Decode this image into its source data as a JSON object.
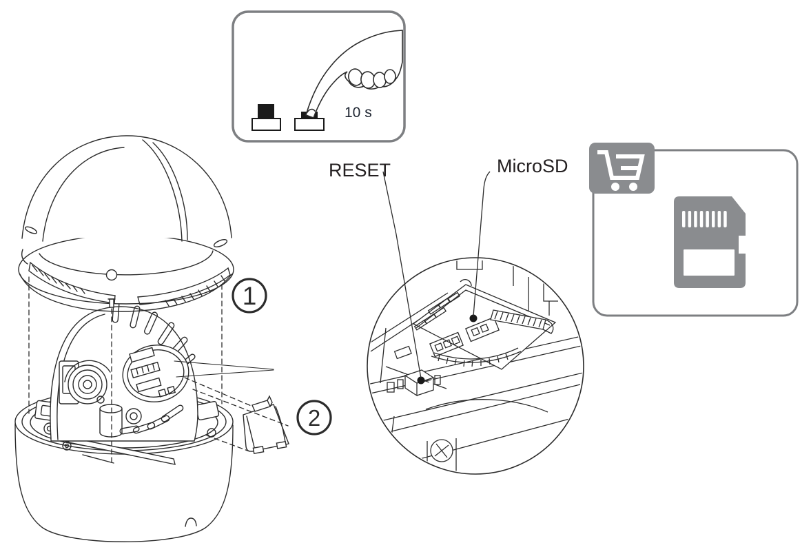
{
  "document": {
    "type": "hardware-manual-illustration",
    "subject": "dome-camera-reset-and-microsd-installation"
  },
  "labels": {
    "reset": "RESET",
    "microsd": "MicroSD"
  },
  "instruction_box": {
    "hold_duration": "10 s",
    "icon": "press-and-hold-hand-icon",
    "buttons": [
      "button-released-icon",
      "button-pressed-icon"
    ]
  },
  "callouts": {
    "step1": "1",
    "step2": "2"
  },
  "icons": {
    "cart": "shopping-cart-icon",
    "sd_card": "microsd-card-icon",
    "hand": "pressing-hand-icon",
    "screw": "phillips-screw-icon"
  },
  "colors": {
    "line_art": "#2b2b2b",
    "panel_border": "#7d7f82",
    "icon_gray": "#8a8c8f",
    "button_black": "#1a1a1a",
    "text": "#231f20"
  }
}
